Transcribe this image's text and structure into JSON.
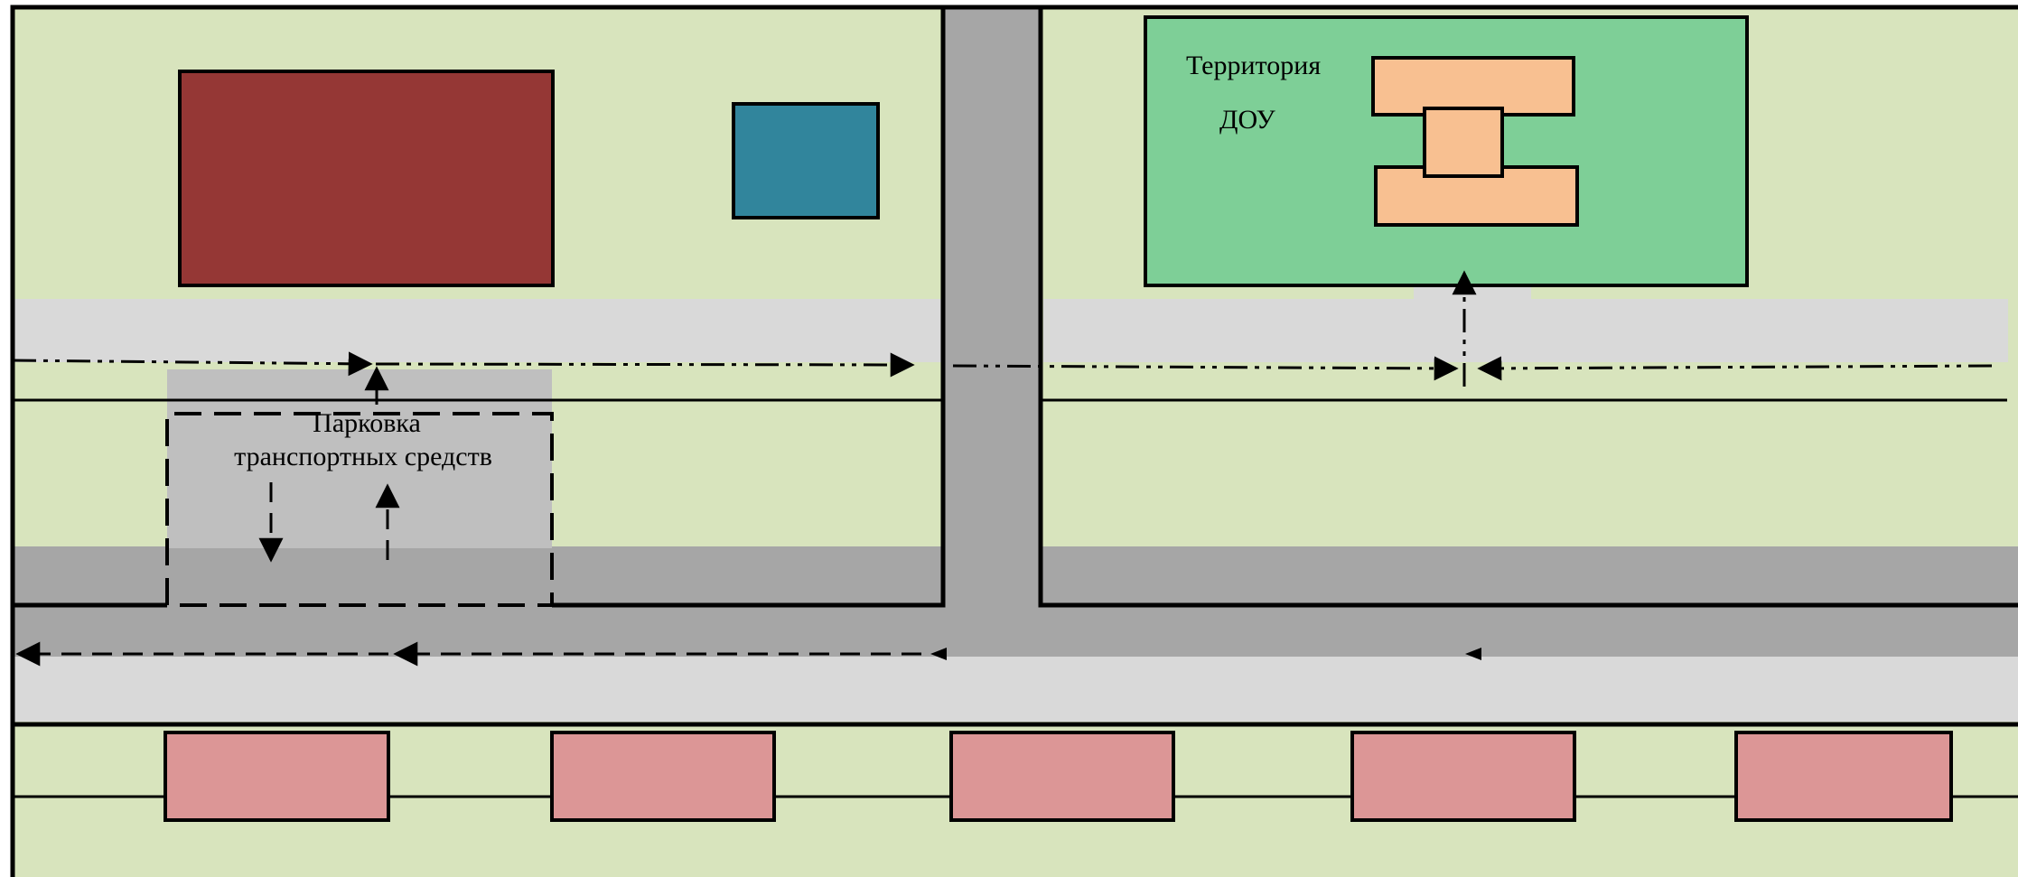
{
  "map": {
    "kindergarten_label_line1": "Территория",
    "kindergarten_label_line2": "ДОУ",
    "parking_label_line1": "Парковка",
    "parking_label_line2": "транспортных  средств"
  },
  "colors": {
    "land": "#d8e4bd",
    "kindergarten_territory": "#7ecf97",
    "kindergarten_building": "#f8c091",
    "red_building": "#953735",
    "teal_building": "#31859c",
    "houses": "#dc9696",
    "sidewalk": "#d9d9d9",
    "road": "#a6a6a6",
    "parking": "#bfbfbf"
  }
}
